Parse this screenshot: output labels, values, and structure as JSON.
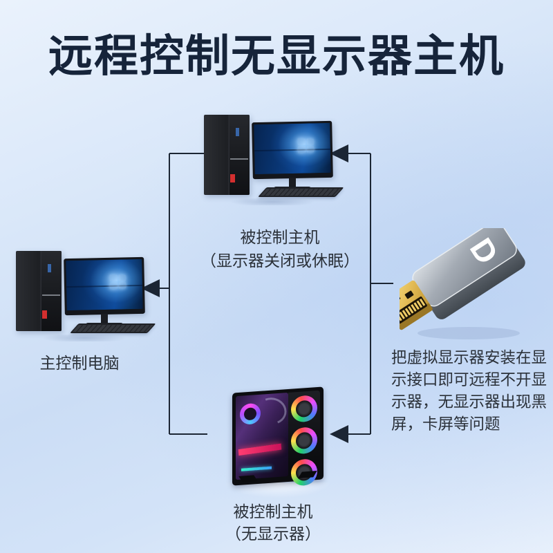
{
  "page": {
    "title": "远程控制无显示器主机"
  },
  "diagram": {
    "top_host": {
      "label": "被控制主机\n（显示器关闭或休眠）"
    },
    "left_host": {
      "label": "主控制电脑"
    },
    "bottom_host": {
      "label": "被控制主机\n（无显示器）"
    },
    "adapter": {
      "logo": "D"
    },
    "note": "把虚拟显示器安装在显\n示接口即可远程不开显\n示器，无显示器出现黑\n屏，卡屏等问题"
  },
  "colors": {
    "background_light": "#eaf2fc",
    "background_blue": "#cbddf5",
    "title_color": "#16243a",
    "text_color": "#2b3139",
    "connector_color": "#1c2634",
    "adapter_gold": "#e3bb55",
    "screen_blue": "#0d4a9b",
    "badge_red": "#d32f2f"
  }
}
